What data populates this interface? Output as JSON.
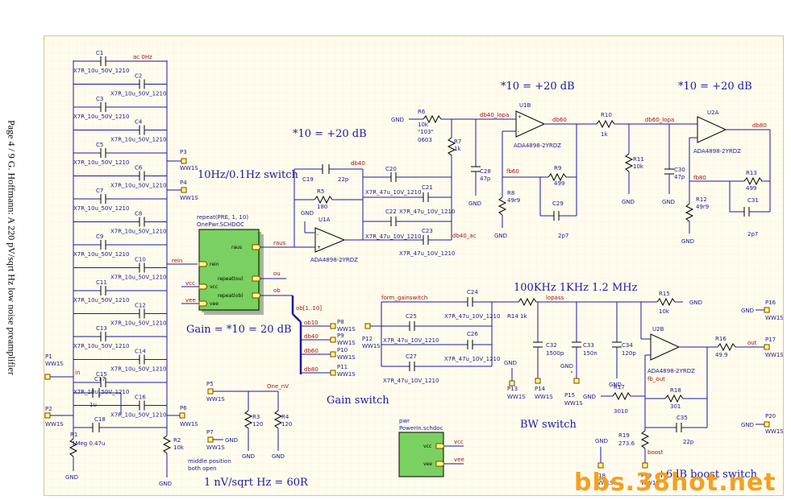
{
  "page_caption": "Page 4 / 9   G. Hoffmann:  A 220 pV/sqrt Hz low noise preamplifier",
  "watermark": "bbs.38hot.net",
  "headings": {
    "gain_stage1": "*10 = +20 dB",
    "gain_stage2": "*10 = +20 dB",
    "gain_stage3": "*10 = +20 dB",
    "switch_10hz": "10Hz/0.1Hz switch",
    "gain_total": "Gain = *10 = 20 dB",
    "gain_switch": "Gain switch",
    "bw_freqs": "100KHz   1KHz   1.2 MHz",
    "bw_switch": "BW switch",
    "noise": "1 nV/sqrt Hz = 60R",
    "boost": "+6dB boost switch"
  },
  "capacitor_bank": [
    {
      "id": "C1",
      "val": "X7R_10u_50V_1210",
      "side": "l"
    },
    {
      "id": "C2",
      "val": "X7R_10u_50V_1210",
      "side": "r"
    },
    {
      "id": "C3",
      "val": "X7R_10u_50V_1210",
      "side": "l"
    },
    {
      "id": "C4",
      "val": "X7R_10u_50V_1210",
      "side": "r"
    },
    {
      "id": "C5",
      "val": "X7R_10u_50V_1210",
      "side": "l"
    },
    {
      "id": "C6",
      "val": "X7R_10u_50V_1210",
      "side": "r"
    },
    {
      "id": "C7",
      "val": "X7R_10u_50V_1210",
      "side": "l"
    },
    {
      "id": "C8",
      "val": "X7R_10u_50V_1210",
      "side": "r"
    },
    {
      "id": "C9",
      "val": "X7R_10u_50V_1210",
      "side": "l"
    },
    {
      "id": "C10",
      "val": "X7R_10u_50V_1210",
      "side": "r"
    },
    {
      "id": "C11",
      "val": "X7R_10u_50V_1210",
      "side": "l"
    },
    {
      "id": "C12",
      "val": "X7R_10u_50V_1210",
      "side": "r"
    },
    {
      "id": "C13",
      "val": "X7R_10u_50V_1210",
      "side": "l"
    },
    {
      "id": "C14",
      "val": "X7R_10u_50V_1210",
      "side": "r"
    },
    {
      "id": "C15",
      "val": "X7R_10u_50V_1210",
      "side": "l"
    },
    {
      "id": "C16",
      "val": "X7R_10u_50V_1210",
      "side": "r"
    }
  ],
  "nets": {
    "ac_0hz": "ac 0Hz",
    "rein": "rein",
    "vcc": "vcc",
    "vee": "vee",
    "raus": "raus",
    "ou": "ou",
    "ob": "ob",
    "ob_bus": "ob[1..10]",
    "ob10": "ob10",
    "db40": "db40",
    "db60": "db60",
    "db80": "db80",
    "db40_lopa": "db40_lopa",
    "db60_lopa": "db60_lopa",
    "db40_ac": "db40_ac",
    "fb60": "fb60",
    "fb80": "fb80",
    "form_gainswitch": "form_gainswitch",
    "lopass": "lopass",
    "fb_out": "fb_out",
    "out": "out",
    "boost": "boost",
    "one_nv": "One_nV",
    "in": "in",
    "gnd": "GND"
  },
  "sheets": {
    "repeat": {
      "title": "repeat(PRE, 1, 10)",
      "file": "OnePwr.SCHDOC",
      "ports": [
        "raus",
        "rein",
        "repeat(ou)",
        "vcc",
        "repeat(ob)",
        "vee"
      ]
    },
    "pwr": {
      "title": "pwr",
      "file": "PowerIn.schdoc",
      "ports": [
        "vcc",
        "vee"
      ]
    }
  },
  "opamps": {
    "u1a": {
      "ref": "U1A",
      "part": "ADA4898-2YRDZ"
    },
    "u1b": {
      "ref": "U1B",
      "part": "ADA4898-2YRDZ"
    },
    "u2a": {
      "ref": "U2A",
      "part": "ADA4898-2YRDZ"
    },
    "u2b": {
      "ref": "U2B",
      "part": "ADA4898-2YRDZ"
    }
  },
  "parts": {
    "c17": {
      "ref": "C17",
      "val": "1u"
    },
    "c18": {
      "ref": "C18",
      "val": "1u"
    },
    "r1": {
      "ref": "R1",
      "val": "1Meg 0.47u"
    },
    "r2": {
      "ref": "R2",
      "val": "10k"
    },
    "r3": {
      "ref": "R3",
      "val": "120"
    },
    "r4": {
      "ref": "R4",
      "val": "120"
    },
    "c19": {
      "ref": "C19",
      "val": "22p"
    },
    "r5": {
      "ref": "R5",
      "val": "180"
    },
    "c20": {
      "ref": "C20",
      "val": "X7R_47u_10V_1210"
    },
    "c21": {
      "ref": "C21",
      "val": "X7R_47u_10V_1210"
    },
    "c22": {
      "ref": "C22",
      "val": "X7R_47u_10V_1210"
    },
    "c23": {
      "ref": "C23",
      "val": "X7R_47u_10V_1210"
    },
    "r6": {
      "ref": "R6",
      "val": "10k",
      "val2": "\"103\"",
      "val3": "0603"
    },
    "r7": {
      "ref": "R7",
      "val": "1k"
    },
    "c28": {
      "ref": "C28",
      "val": "47p"
    },
    "r8": {
      "ref": "R8",
      "val": "49r9"
    },
    "r9": {
      "ref": "R9",
      "val": "499"
    },
    "c29": {
      "ref": "C29",
      "val": "2p7"
    },
    "r10": {
      "ref": "R10",
      "val": "1k"
    },
    "r11": {
      "ref": "R11",
      "val": "10k"
    },
    "c30": {
      "ref": "C30",
      "val": "47p"
    },
    "r12": {
      "ref": "R12",
      "val": "49r9"
    },
    "r13": {
      "ref": "R13",
      "val": "499"
    },
    "c31": {
      "ref": "C31",
      "val": "2p7"
    },
    "c24": {
      "ref": "C24",
      "val": "X7R_47u_10V_1210"
    },
    "c25": {
      "ref": "C25",
      "val": "X7R_47u_10V_1210"
    },
    "c26": {
      "ref": "C26",
      "val": "X7R_47u_10V_1210"
    },
    "c27": {
      "ref": "C27",
      "val": "X7R_47u_10V_1210"
    },
    "r14": {
      "ref": "R14",
      "val": "1k"
    },
    "c32": {
      "ref": "C32",
      "val": "1500p"
    },
    "c33": {
      "ref": "C33",
      "val": "150n"
    },
    "c34": {
      "ref": "C34",
      "val": "120p"
    },
    "r15": {
      "ref": "R15",
      "val": "10k"
    },
    "r16": {
      "ref": "R16",
      "val": "49.9"
    },
    "r17": {
      "ref": "R17",
      "val": "3010"
    },
    "r18": {
      "ref": "R18",
      "val": "301"
    },
    "c35": {
      "ref": "C35",
      "val": "22p"
    },
    "r19": {
      "ref": "R19",
      "val": "273.6"
    }
  },
  "connectors": [
    {
      "ref": "P1",
      "val": "WW1S"
    },
    {
      "ref": "P2",
      "val": "WW1S"
    },
    {
      "ref": "P3",
      "val": "WW1S"
    },
    {
      "ref": "P4",
      "val": "WW1S"
    },
    {
      "ref": "P5",
      "val": "WW1S"
    },
    {
      "ref": "P6",
      "val": "WW1S"
    },
    {
      "ref": "P7",
      "val": "WW1S"
    },
    {
      "ref": "P8",
      "val": "WW1S"
    },
    {
      "ref": "P9",
      "val": "WW1S"
    },
    {
      "ref": "P10",
      "val": "WW1S"
    },
    {
      "ref": "P11",
      "val": "WW1S"
    },
    {
      "ref": "P12",
      "val": "WW1S"
    },
    {
      "ref": "P13",
      "val": "WW1S"
    },
    {
      "ref": "P14",
      "val": "WW1S"
    },
    {
      "ref": "P15",
      "val": "WW1S"
    },
    {
      "ref": "P16",
      "val": "WW1S"
    },
    {
      "ref": "P17",
      "val": "WW1S"
    },
    {
      "ref": "P18",
      "val": "WW1S"
    },
    {
      "ref": "P19",
      "val": "WW1S"
    },
    {
      "ref": "P20",
      "val": "WW1S"
    }
  ],
  "notes": {
    "middle1": "middle position",
    "middle2": "both open"
  }
}
